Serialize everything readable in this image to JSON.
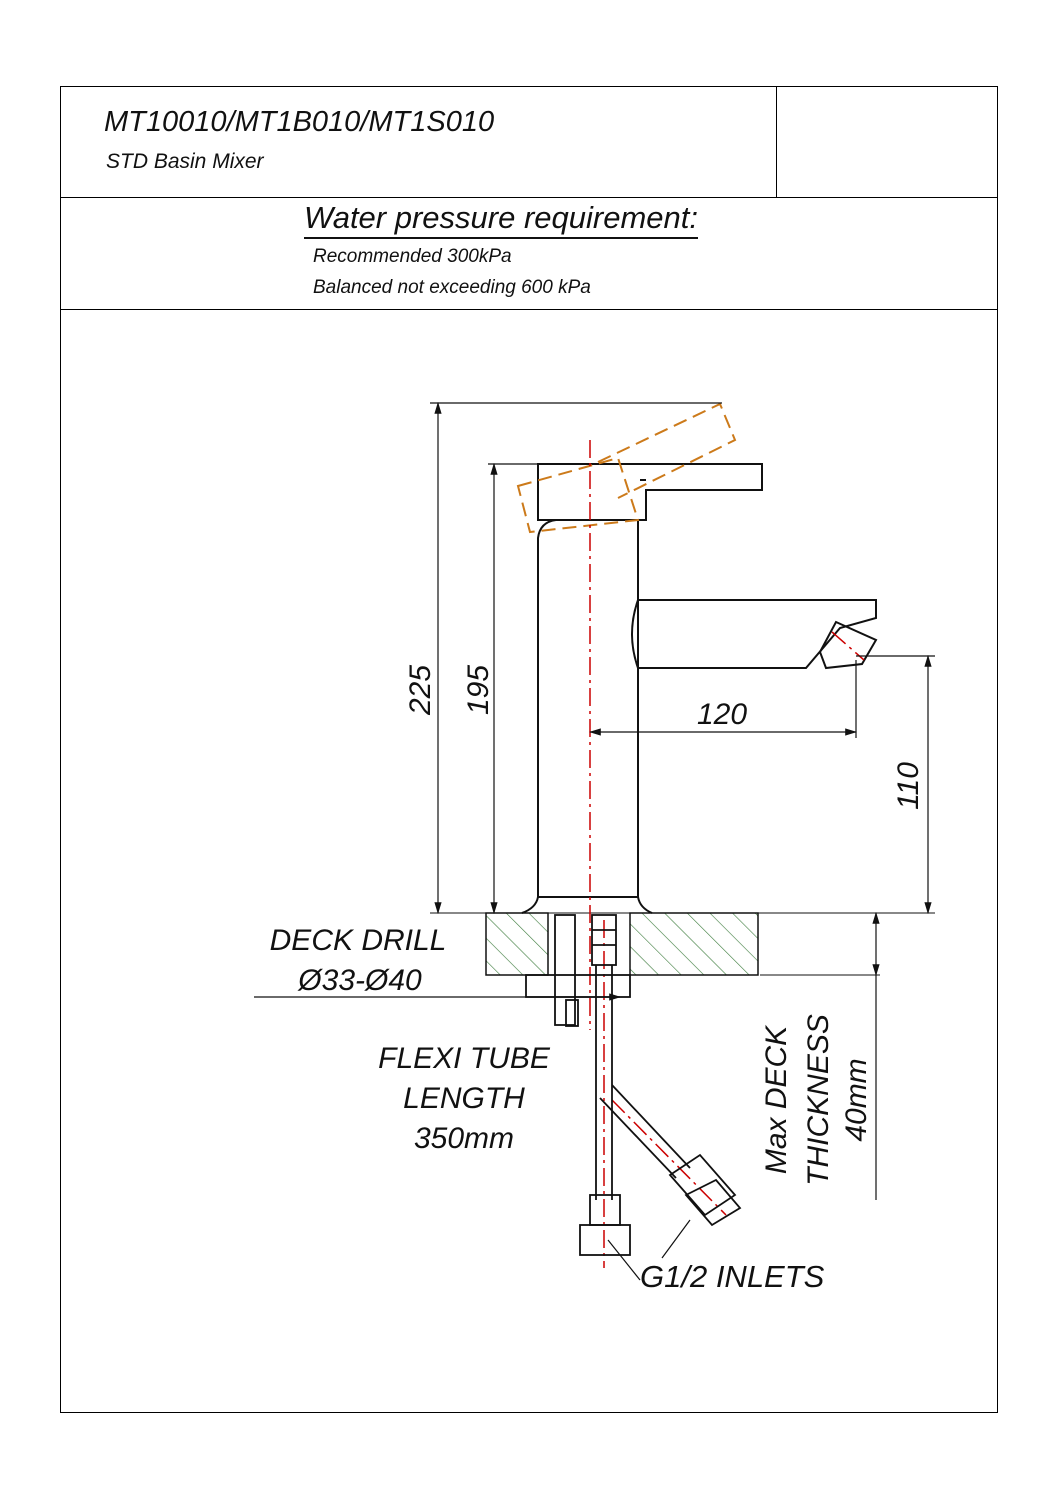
{
  "header": {
    "model_codes": "MT10010/MT1B010/MT1S010",
    "product_name": "STD Basin Mixer"
  },
  "pressure": {
    "heading": "Water pressure requirement:",
    "recommended": "Recommended 300kPa",
    "balanced": "Balanced not exceeding 600 kPa"
  },
  "dimensions": {
    "overall_height": "225",
    "body_height": "195",
    "spout_reach": "120",
    "spout_height": "110"
  },
  "annotations": {
    "deck_drill_line1": "DECK DRILL",
    "deck_drill_line2": "Ø33-Ø40",
    "flexi_line1": "FLEXI TUBE",
    "flexi_line2": "LENGTH",
    "flexi_line3": "350mm",
    "deck_thickness_line1": "Max DECK",
    "deck_thickness_line2": "THICKNESS",
    "deck_thickness_line3": "40mm",
    "inlets": "G1/2 INLETS"
  },
  "colors": {
    "outline": "#111111",
    "centerline": "#cc0000",
    "handle_alt": "#cc7a1a",
    "hatch": "#3a7a3a"
  }
}
